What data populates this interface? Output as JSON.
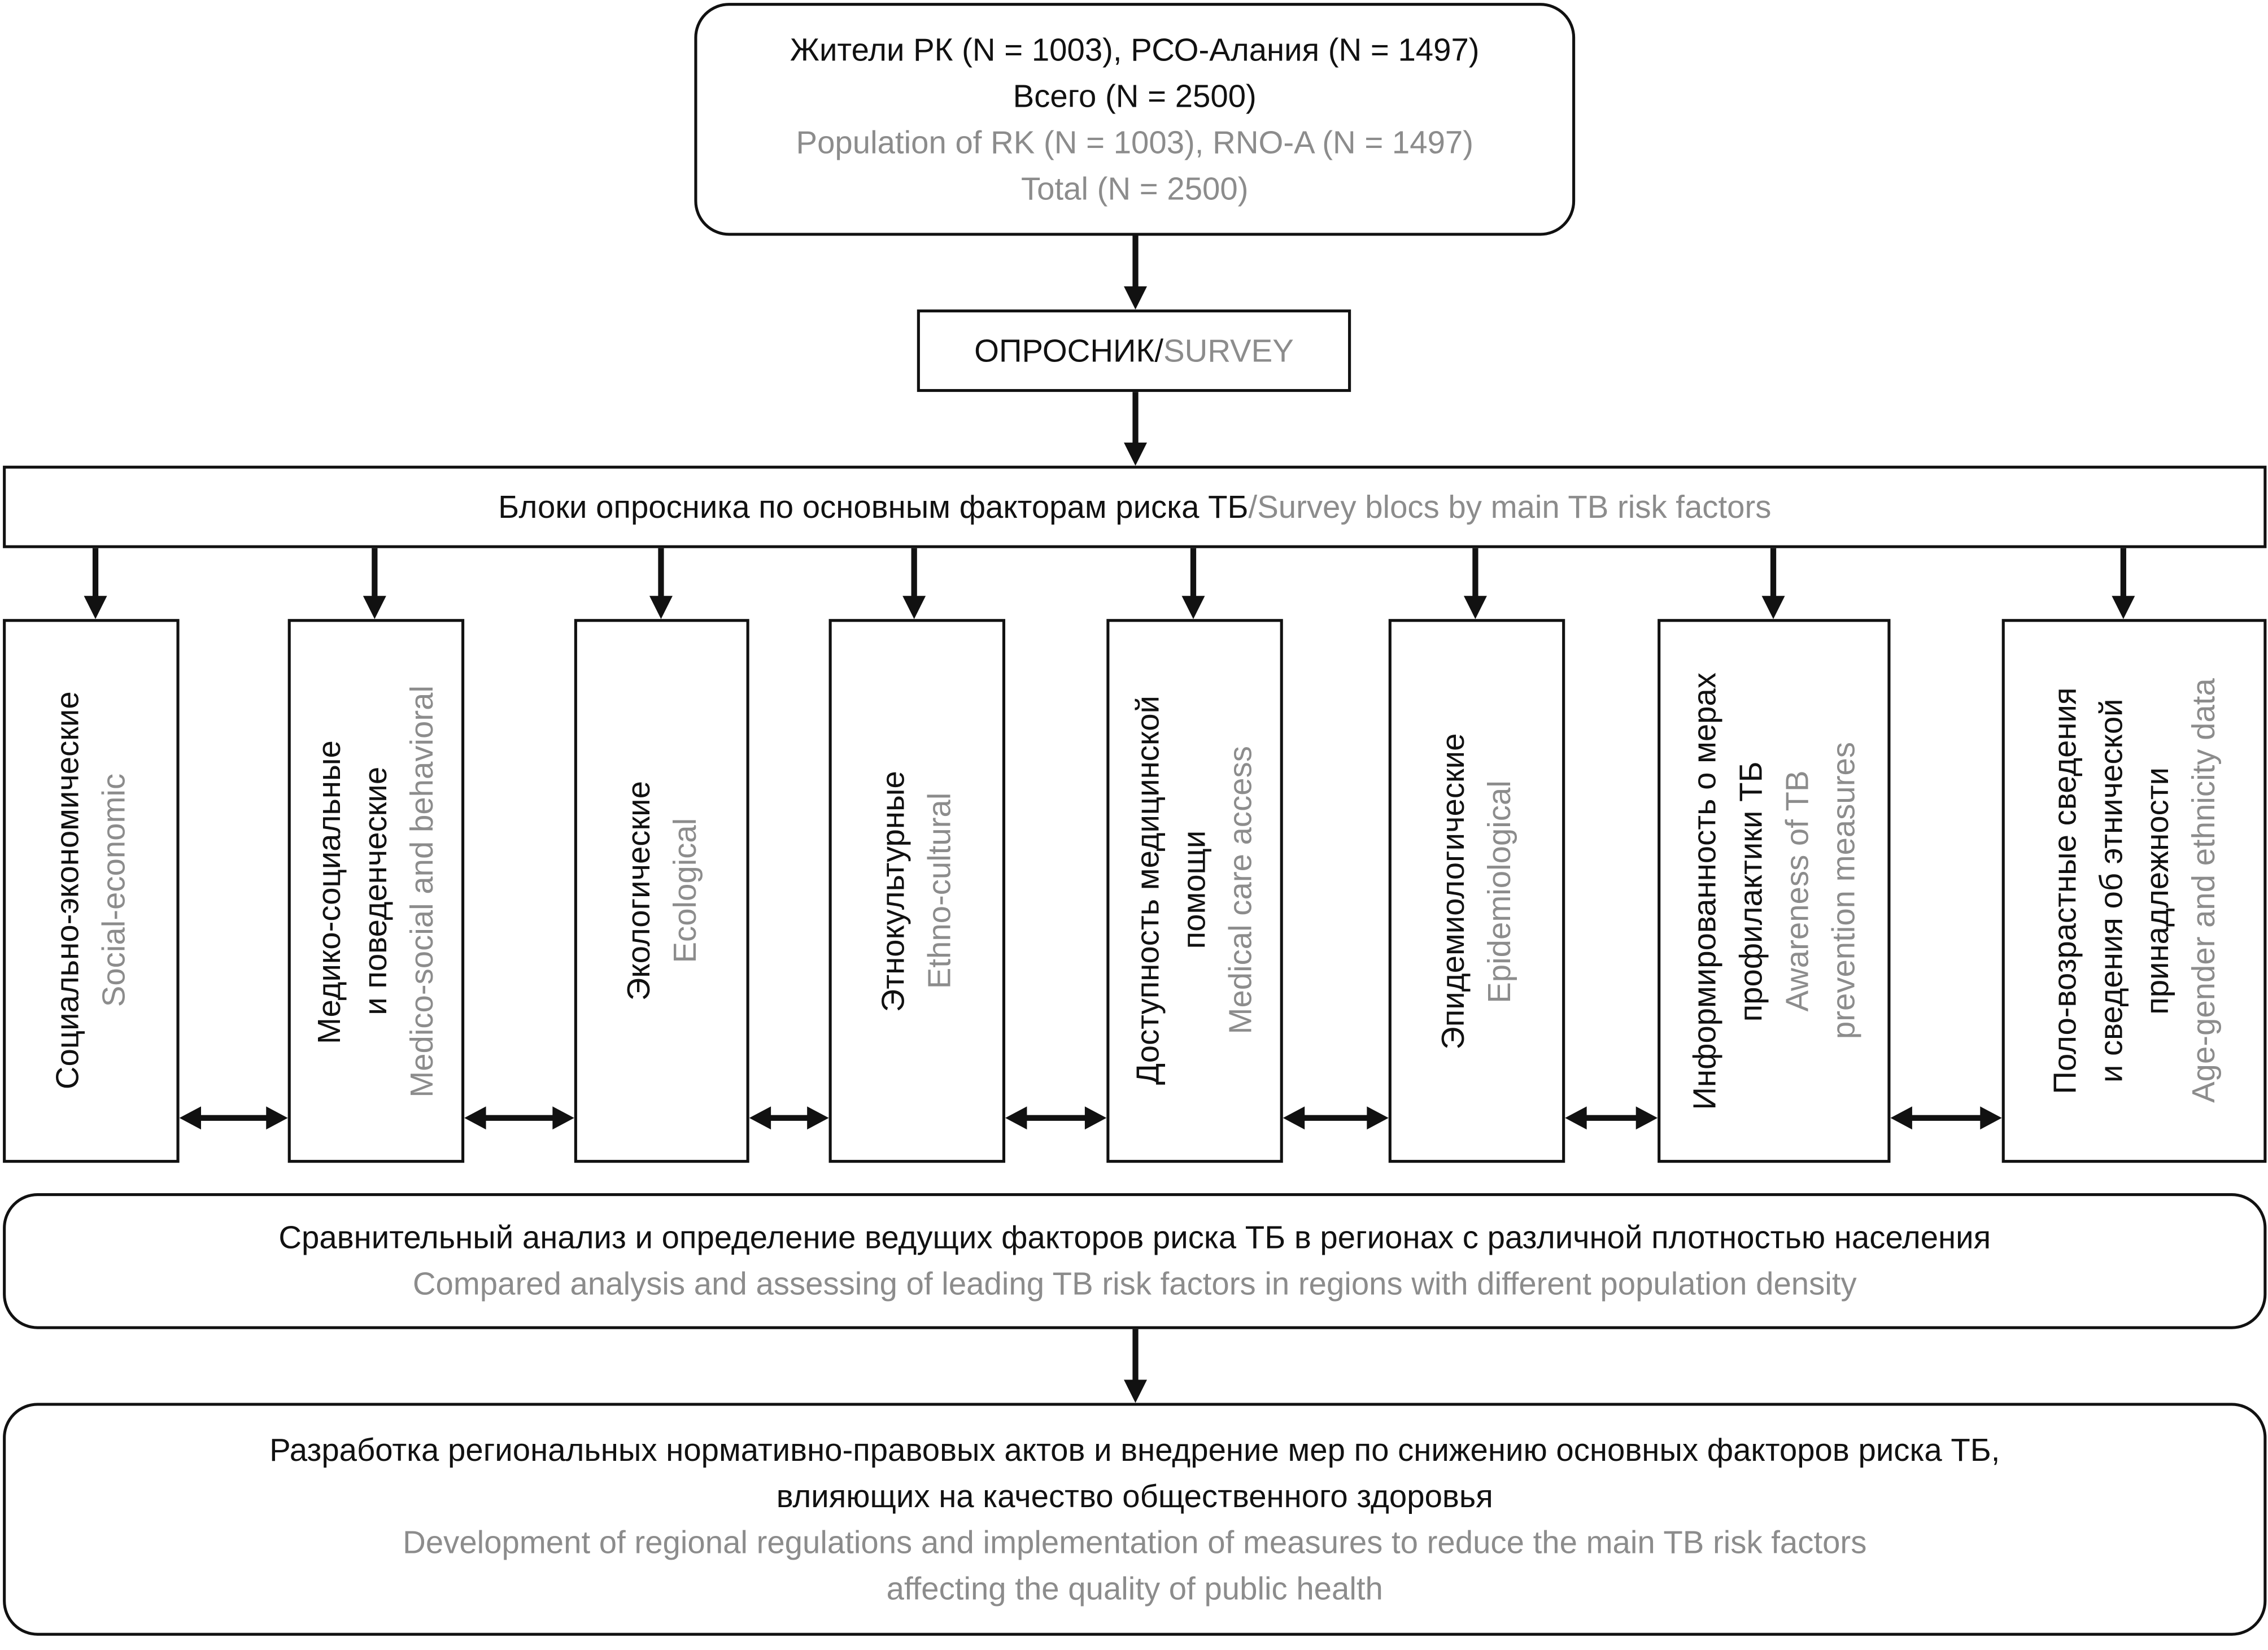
{
  "top_box": {
    "line1": "Жители РК (N = 1003), РСО-Алания (N = 1497)",
    "line2": "Всего (N = 2500)",
    "line3": "Population of RK (N = 1003), RNO-A (N = 1497)",
    "line4": "Total (N = 2500)"
  },
  "survey_box": {
    "ru": "ОПРОСНИК",
    "sep": "/",
    "en": "SURVEY"
  },
  "blocs_box": {
    "ru": "Блоки опросника по основным факторам риска ТБ",
    "sep": "/",
    "en": "Survey blocs by main TB risk factors"
  },
  "factors": [
    {
      "lines": [
        {
          "text": "Социально-экономические"
        },
        {
          "text": "Social-economic"
        }
      ]
    },
    {
      "lines": [
        {
          "text": "Медико-социальные"
        },
        {
          "text": "и поведенческие"
        },
        {
          "text": "Medico-social and behavioral"
        }
      ]
    },
    {
      "lines": [
        {
          "text": "Экологические"
        },
        {
          "text": "Ecological"
        }
      ]
    },
    {
      "lines": [
        {
          "text": "Этнокультурные"
        },
        {
          "text": "Ethno-cultural"
        }
      ]
    },
    {
      "lines": [
        {
          "text": "Доступность медицинской"
        },
        {
          "text": "помощи"
        },
        {
          "text": "Medical care access"
        }
      ]
    },
    {
      "lines": [
        {
          "text": "Эпидемиологические"
        },
        {
          "text": "Epidemiological"
        }
      ]
    },
    {
      "lines": [
        {
          "text": "Информированность о мерах"
        },
        {
          "text": "профилактики ТБ"
        },
        {
          "text": "Awareness of TB"
        },
        {
          "text": "prevention measures"
        }
      ]
    },
    {
      "lines": [
        {
          "text": "Поло-возрастные сведения"
        },
        {
          "text": "и сведения об этнической"
        },
        {
          "text": "принадлежности"
        },
        {
          "text": "Age-gender and ethnicity data"
        }
      ]
    }
  ],
  "analysis_box": {
    "ru": "Сравнительный анализ и определение ведущих факторов риска ТБ в регионах с различной плотностью населения",
    "en": "Compared analysis and assessing of leading TB risk factors in regions with different population density"
  },
  "outcome_box": {
    "ru1": "Разработка региональных нормативно-правовых актов и внедрение мер по снижению основных факторов риска ТБ,",
    "ru2": "влияющих на качество общественного здоровья",
    "en1": "Development of regional regulations and implementation of measures to reduce the main TB risk factors",
    "en2": "affecting the quality of public health"
  },
  "colors": {
    "primary_text": "#111111",
    "translation_text": "#8c8c8c",
    "border": "#111111"
  }
}
